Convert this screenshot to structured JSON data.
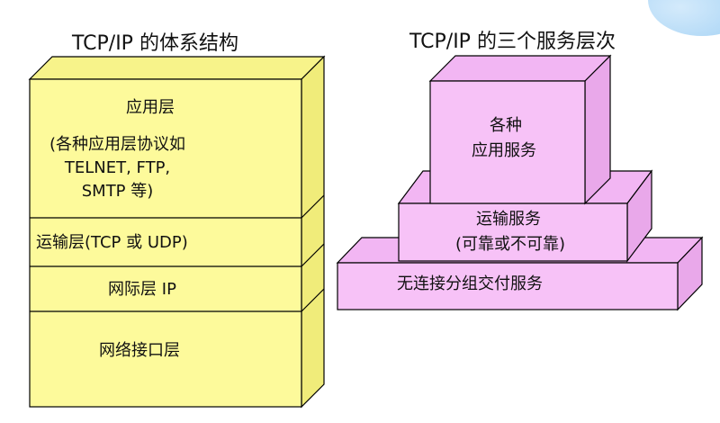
{
  "left": {
    "title": "TCP/IP 的体系结构",
    "layers": {
      "application_title": "应用层",
      "application_detail_1": "(各种应用层协议如",
      "application_detail_2": "TELNET, FTP,",
      "application_detail_3": "SMTP 等)",
      "transport": "运输层(TCP 或 UDP)",
      "internet": "网际层 IP",
      "network_interface": "网络接口层"
    }
  },
  "right": {
    "title": "TCP/IP 的三个服务层次",
    "top_line_1": "各种",
    "top_line_2": "应用服务",
    "middle_line_1": "运输服务",
    "middle_line_2": "(可靠或不可靠)",
    "bottom": "无连接分组交付服务"
  },
  "colors": {
    "stack_front": "#fdfa9b",
    "stack_side": "#f0ec7a",
    "stack_top": "#f7f38a",
    "tier_front": "#f7c2f7",
    "tier_side": "#e9a8ea",
    "tier_top": "#f2b6f3",
    "outline": "#000000"
  }
}
